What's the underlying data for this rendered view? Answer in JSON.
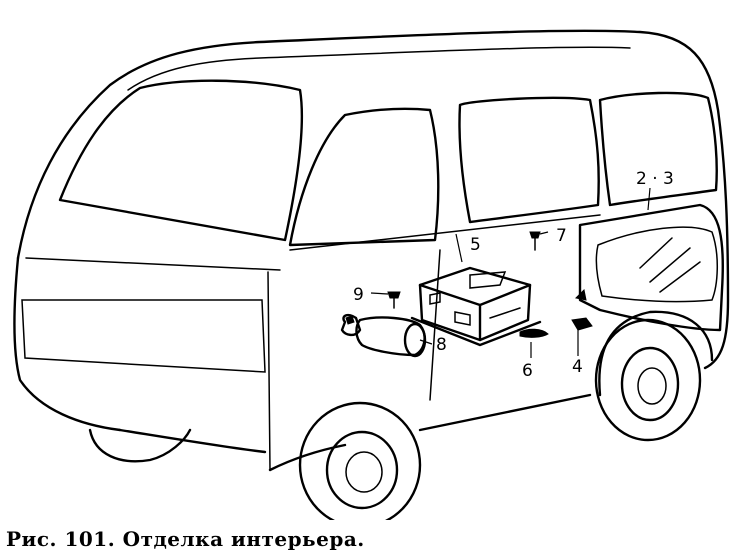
{
  "figure": {
    "caption": "Рис. 101. Отделка интерьера."
  },
  "callouts": [
    {
      "id": "c23",
      "text": "2 · 3"
    },
    {
      "id": "c5",
      "text": "5"
    },
    {
      "id": "c7",
      "text": "7"
    },
    {
      "id": "c9",
      "text": "9"
    },
    {
      "id": "c8",
      "text": "8"
    },
    {
      "id": "c6",
      "text": "6"
    },
    {
      "id": "c4",
      "text": "4"
    }
  ]
}
